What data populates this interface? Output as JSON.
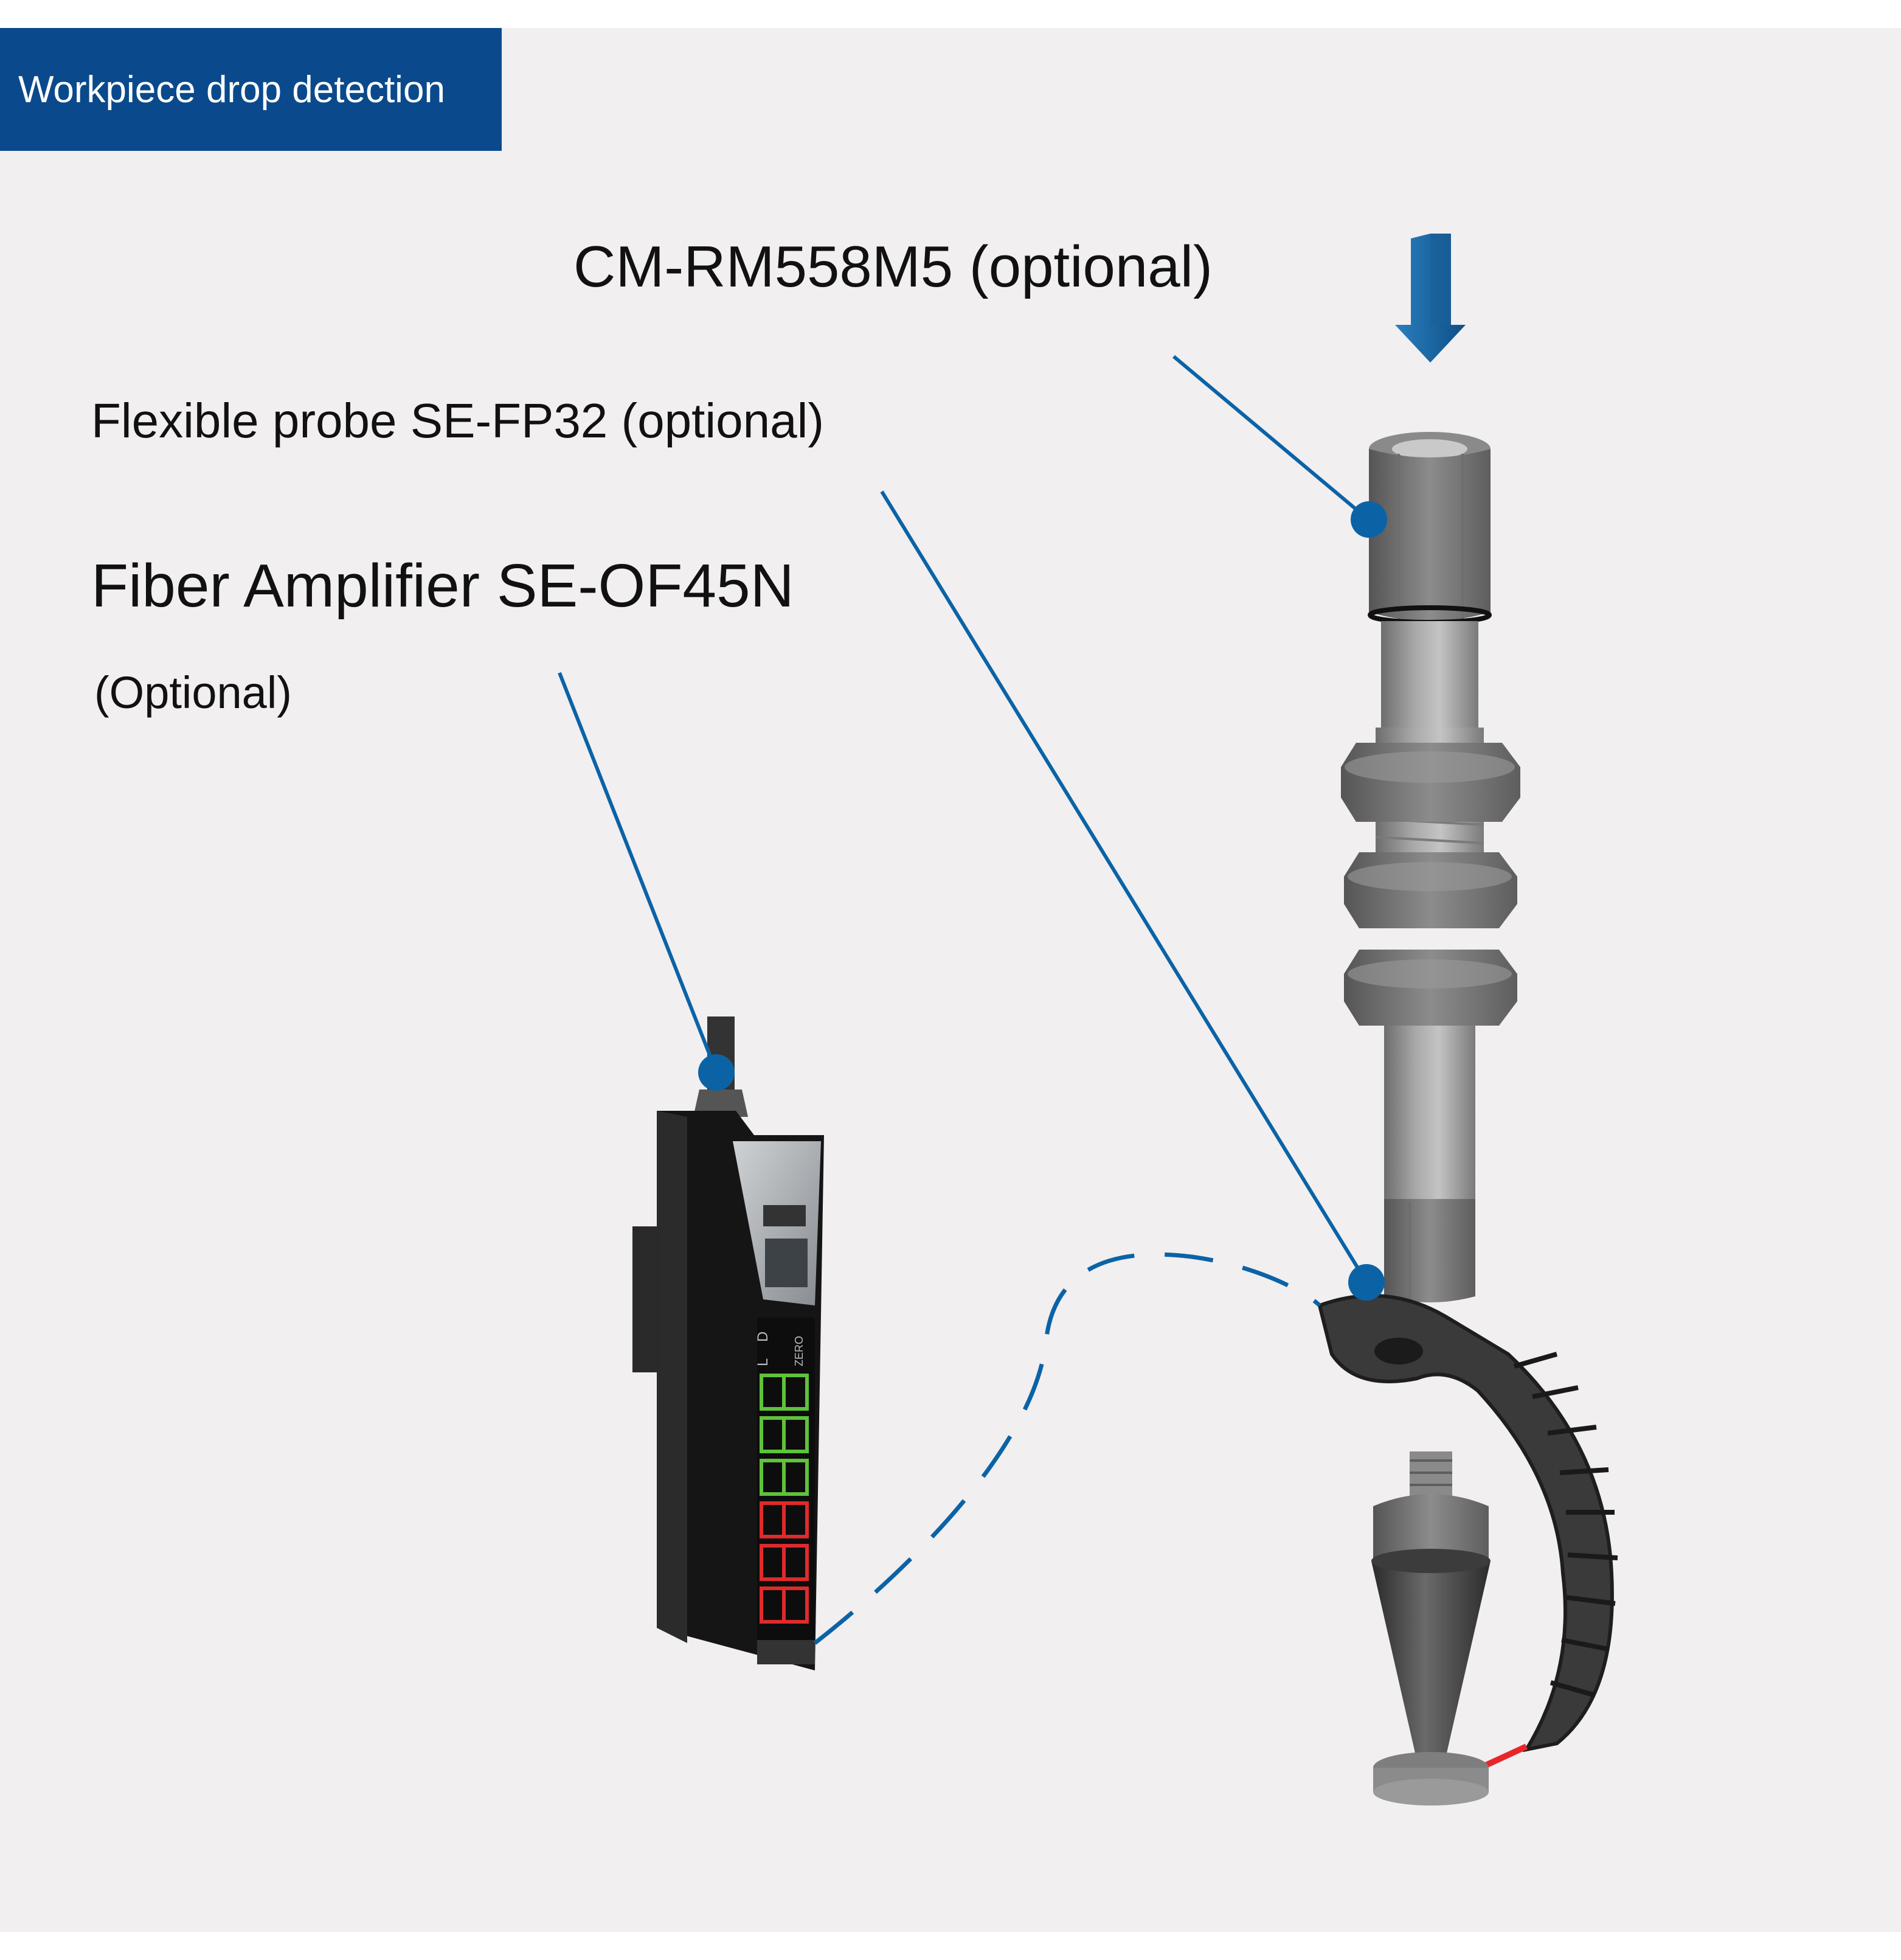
{
  "title": "Workpiece drop detection",
  "labels": {
    "cm": "CM-RM558M5 (optional)",
    "probe": "Flexible probe SE-FP32 (optional)",
    "amplifier": "Fiber Amplifier SE-OF45N",
    "amplifier_note": "(Optional)"
  },
  "amplifier_panel": {
    "indicators": [
      "L",
      "D"
    ],
    "button": "ZERO"
  },
  "colors": {
    "banner": "#0a4a8c",
    "leader_line": "#0b63a6",
    "arrow": "#1c6aa6",
    "display_green": "#5fc23a",
    "display_red": "#e02a2a",
    "beam": "#e8262a"
  }
}
